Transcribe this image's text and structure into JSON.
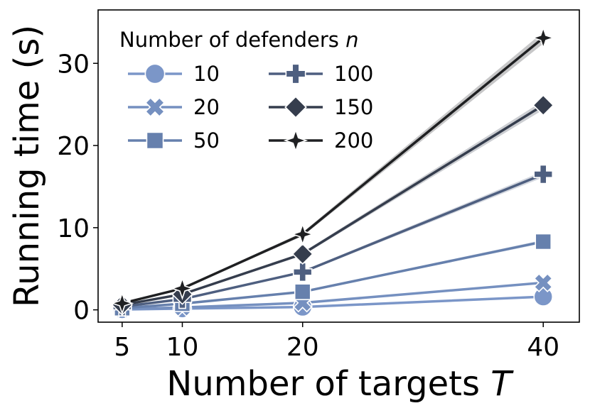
{
  "chart_data": {
    "type": "line",
    "xlabel": "Number of targets ",
    "xlabel_symbol": "T",
    "ylabel": "Running time (s)",
    "x": [
      5,
      10,
      20,
      40
    ],
    "xlim": [
      3,
      43
    ],
    "ylim": [
      -1.5,
      36.5
    ],
    "xticks": [
      5,
      10,
      20,
      40
    ],
    "yticks": [
      0,
      10,
      20,
      30
    ],
    "grid": false,
    "legend": {
      "title": "Number of defenders ",
      "title_symbol": "n",
      "placement": "top-left",
      "columns": 2
    },
    "series": [
      {
        "name": "10",
        "values": [
          0.05,
          0.15,
          0.35,
          1.6
        ],
        "color": "#7b96c8",
        "marker": "circle"
      },
      {
        "name": "20",
        "values": [
          0.1,
          0.3,
          0.85,
          3.3
        ],
        "color": "#7590c0",
        "marker": "x"
      },
      {
        "name": "50",
        "values": [
          0.2,
          0.75,
          2.2,
          8.3
        ],
        "color": "#6680ad",
        "marker": "square"
      },
      {
        "name": "100",
        "values": [
          0.4,
          1.3,
          4.6,
          16.5
        ],
        "color": "#4e5f80",
        "marker": "plus"
      },
      {
        "name": "150",
        "values": [
          0.6,
          1.9,
          6.8,
          24.9
        ],
        "color": "#353d4d",
        "marker": "diamond"
      },
      {
        "name": "200",
        "values": [
          0.8,
          2.6,
          9.2,
          33.1
        ],
        "color": "#1f2022",
        "marker": "star"
      }
    ]
  }
}
